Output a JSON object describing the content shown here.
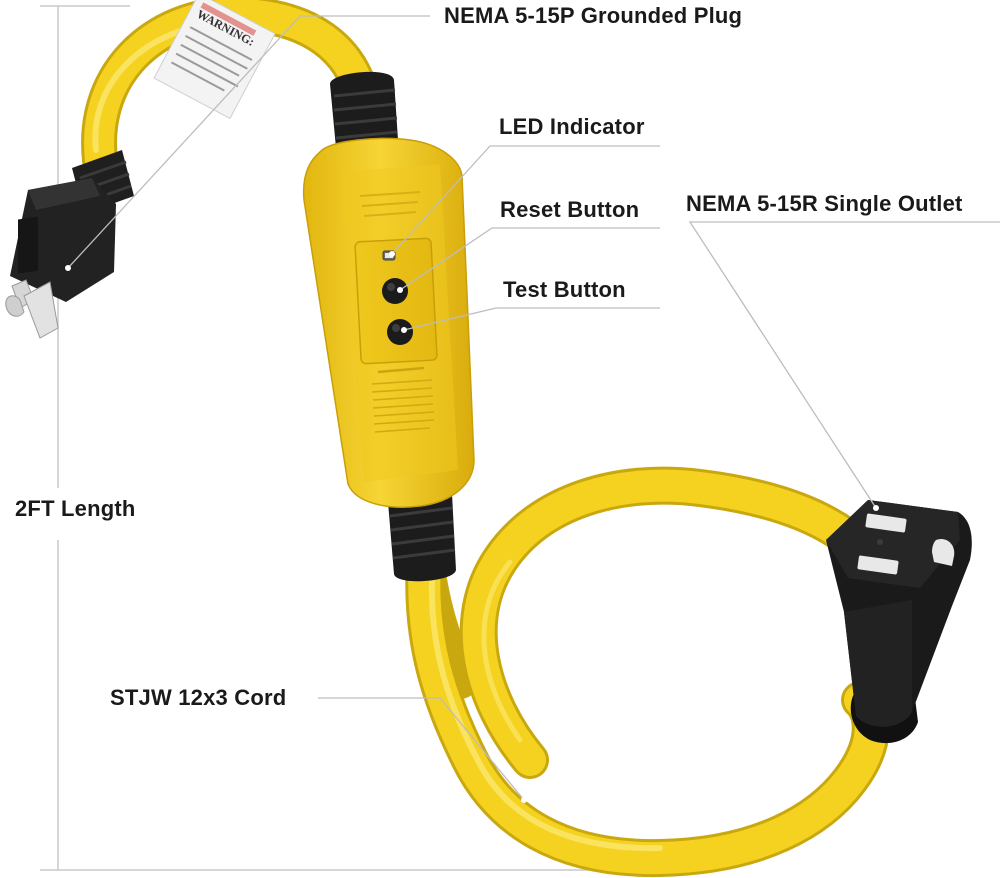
{
  "labels": {
    "plug": "NEMA 5-15P Grounded Plug",
    "led": "LED Indicator",
    "reset": "Reset Button",
    "test": "Test Button",
    "outlet": "NEMA 5-15R Single Outlet",
    "length": "2FT Length",
    "cord": "STJW 12x3 Cord"
  },
  "sticker": {
    "warning": "WARNING:"
  },
  "colors": {
    "cord": "#f4d21f",
    "housing": "#f2c81a",
    "rubber": "#1c1c1c",
    "leader": "#bdbdbd"
  }
}
